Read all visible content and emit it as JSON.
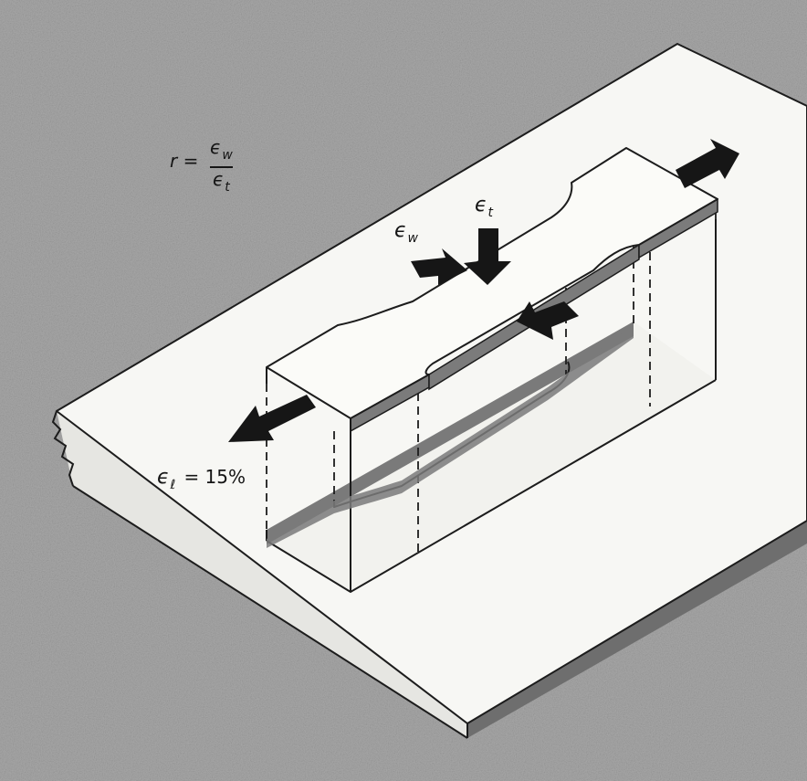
{
  "labels": {
    "r_lhs": "r =",
    "r_num_symbol": "ϵ",
    "r_num_sub": "w",
    "r_den_symbol": "ϵ",
    "r_den_sub": "t",
    "width_strain_symbol": "ϵ",
    "width_strain_sub": "w",
    "thickness_strain_symbol": "ϵ",
    "thickness_strain_sub": "t",
    "length_strain_symbol": "ϵ",
    "length_strain_sub": "ℓ",
    "length_strain_value": "= 15%"
  },
  "colors": {
    "background": "#a9a9a9",
    "sheet_top": "#f7f7f4",
    "sheet_edge": "#6e6e6e",
    "specimen_top": "#fbfbf8",
    "specimen_edge": "#7b7b7b",
    "arrows": "#161616",
    "lines": "#1c1c1c"
  }
}
